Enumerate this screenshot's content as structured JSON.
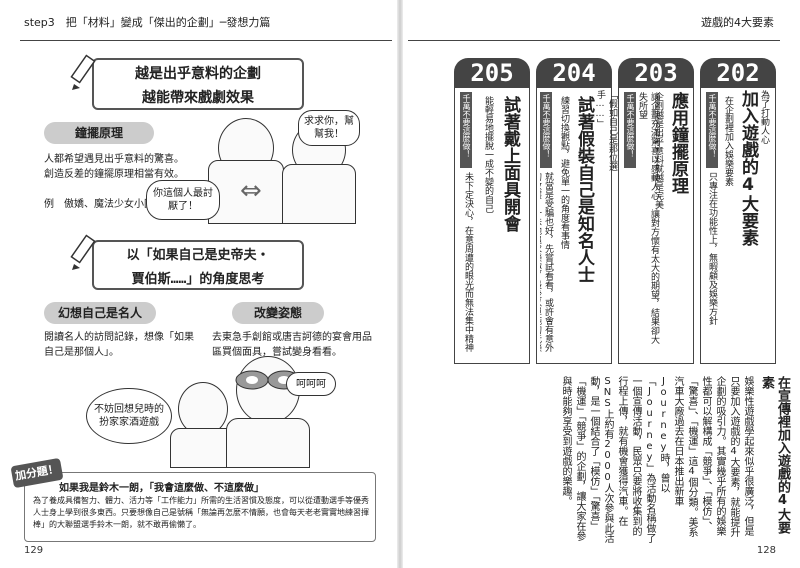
{
  "header": {
    "left_title": "step3　把「材料」變成「傑出的企劃」─發想力篇",
    "right_title": "遊戲的4大要素"
  },
  "left_page": {
    "page_number": "129",
    "section1": {
      "title_line1": "越是出乎意料的企劃",
      "title_line2": "越能帶來戲劇效果",
      "tag": "鐘擺原理",
      "body": "人都希望遇見出乎意料的驚喜。\n創造反差的鐘擺原理相當有效。\n\n例　傲嬌、魔法少女小圓",
      "bubble_girl": "求求你，幫幫我！",
      "bubble_boy": "你這個人最討厭了！"
    },
    "section2": {
      "title_line1": "以「如果自己是史帝夫・",
      "title_line2": "賈伯斯……」的角度思考",
      "tag_left": "幻想自己是名人",
      "tag_right": "改變姿態",
      "body_left": "閱讀名人的訪問記錄，想像「如果自己是那個人」。",
      "body_right": "去東急手創館或唐吉訶德的宴會用品區買個面具，嘗試變身看看。",
      "bubble_left": "不妨回想兒時的扮家家酒遊戲",
      "bubble_right": "呵呵呵"
    },
    "tip": {
      "badge": "加分題！",
      "title": "如果我是鈴木一朗，「我會這麼做、不這麼做」",
      "body": "為了養成具備智力、體力、活力等「工作能力」所需的生活習慣及態度，可以從遭動選手等優秀人士身上學到很多東西。只要想像自己是號稱「無論再怎麼不情願，也會每天老老實實地練習揮棒」的大聯盟選手鈴木一朗，就不敢再偷懶了。"
    }
  },
  "right_page": {
    "page_number": "128",
    "columns": [
      {
        "number": "202",
        "kicker": "為了打動人心",
        "title": "加入遊戲的4大要素",
        "sub": "在企劃裡加入娛樂要素",
        "tag": "千萬不要這麼做！",
        "note": "只專注在功能性上，無暇顧及娛樂方針"
      },
      {
        "number": "203",
        "kicker": "",
        "title": "應用鐘擺原理",
        "sub": "企劃越是出乎意料就越是完美",
        "tag": "千萬不要這麼做！",
        "note": "讓企劃充滿驚喜以感動人心　讓對方懷有太大的期望，結果卻大失所望"
      },
      {
        "number": "204",
        "kicker": "「假如自己是那位選手……」",
        "title": "試著假裝自己是知名人士",
        "sub": "練習切換觀點，避免單一的角度看事情",
        "tag": "千萬不要這麼做！",
        "note": "就當是受騙也好，先嘗試看看，或許會有意外的收穫　一味地追求樂趣，最後以單純的玩樂收場"
      },
      {
        "number": "205",
        "kicker": "",
        "title": "試著戴上面具開會",
        "sub": "能輕易地擺脫一成不變的自己",
        "tag": "千萬不要這麼做！",
        "note": "未下定決心，在意周遭的眼光而無法集中精神"
      }
    ],
    "main_title": "在宣傳裡加入遊戲的4大要素",
    "main_body": "娛樂性遊戲學起來似乎很廣泛，但是只要加入遊戲的4大要素，就能提升企劃的吸引力。其實幾乎所有的娛樂性都可以解構成「競爭」、「模仿」、「驚喜」、「機運」這4個分類。美系汽車大廠過去在日本推出新車Journey時，曾以「Journey」為活動名稱做了一個宣傳活動，民眾只要將收集到的行程上傳，就有機會獲得汽車。在SNS上約有2000人次參與此活動，是一個結合了「模仿」「驚喜」「機運」「競爭」的企劃，讓大家在參與時能夠享受到遊戲的樂趣。"
  }
}
